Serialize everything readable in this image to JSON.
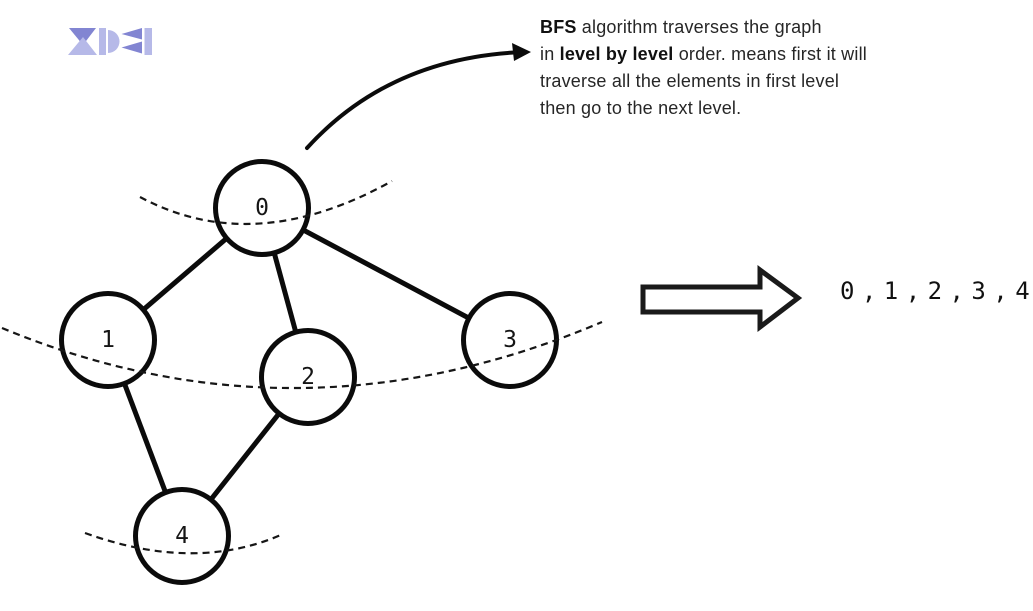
{
  "colors": {
    "ink": "#0b0b0b",
    "logo_dark": "#8285d2",
    "logo_light": "#b6b9e8"
  },
  "logo": {
    "name": "xde-logo"
  },
  "annotation": {
    "line1_bold": "BFS",
    "line1_rest": " algorithm traverses the graph",
    "line2_pre": "in ",
    "line2_bold": "level by level",
    "line2_rest": " order. means first it will",
    "line3": "traverse all the elements in first level",
    "line4": "then go to the next level."
  },
  "graph": {
    "nodes": [
      {
        "label": "0",
        "level": 0
      },
      {
        "label": "1",
        "level": 1
      },
      {
        "label": "2",
        "level": 1
      },
      {
        "label": "3",
        "level": 1
      },
      {
        "label": "4",
        "level": 2
      }
    ],
    "edges": [
      [
        "0",
        "1"
      ],
      [
        "0",
        "2"
      ],
      [
        "0",
        "3"
      ],
      [
        "1",
        "4"
      ],
      [
        "2",
        "4"
      ]
    ],
    "level_dividers": 3
  },
  "result": {
    "sequence": "0 , 1 , 2 , 3 , 4"
  }
}
